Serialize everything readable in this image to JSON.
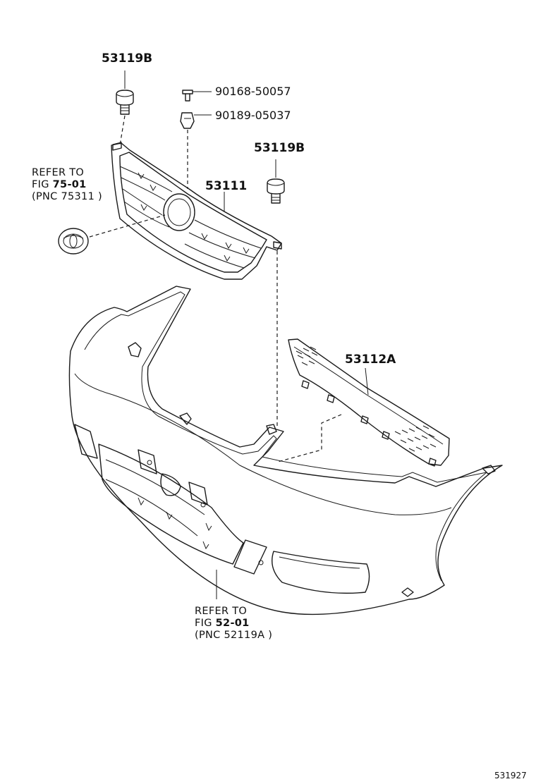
{
  "labels": {
    "clip_upper_left": "53119B",
    "clip_upper_right": "53119B",
    "screw": "90168-50057",
    "nut": "90189-05037",
    "grille": "53111",
    "lower_grille": "53112A"
  },
  "ref_emblem": {
    "line1": "REFER TO",
    "fig_prefix": "FIG ",
    "fig_number": "75-01",
    "pnc": "(PNC 75311 )"
  },
  "ref_bumper": {
    "line1": "REFER TO",
    "fig_prefix": "FIG ",
    "fig_number": "52-01",
    "pnc": "(PNC 52119A )"
  },
  "diagram_code": "531927"
}
